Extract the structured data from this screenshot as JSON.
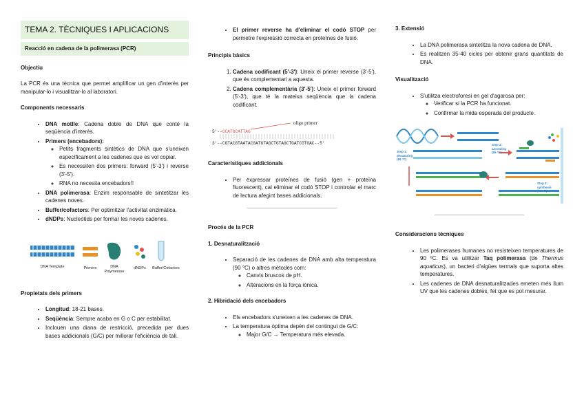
{
  "col1": {
    "title": "TEMA 2. TÈCNIQUES I APLICACIONS",
    "subtitle": "Reacció en cadena de la polimerasa (PCR)",
    "objectiu_heading": "Objectiu",
    "objectiu_text": "La PCR és una tècnica que permet amplificar un gen d'interès per manipular-lo i visualitzar-lo al laboratori.",
    "components_heading": "Components necessaris",
    "components": [
      {
        "term": "DNA motlle",
        "text": ": Cadena doble de DNA que conté la seqüència d'interès."
      },
      {
        "term": "Primers (encebadors)",
        "text": ":"
      },
      {
        "term": "DNA polimerasa",
        "text": ": Enzim responsable de sintetitzar les cadenes noves."
      },
      {
        "term": "Buffer/cofactors",
        "text": ": Per optimitzar l'activitat enzimàtica."
      },
      {
        "term": "dNDPs",
        "text": ": Nucleòtids per formar les noves cadenes."
      }
    ],
    "primer_subitems": [
      "Petits fragments sintètics de DNA que s'uneixen específicament a les cadenes que es vol copiar.",
      "Es necessiten dos primers: forward (5'-3') i reverse (3'-5').",
      "RNA no necesita encebadors!!"
    ],
    "icon_labels": [
      "DNA Template",
      "Primers",
      "DNA Polymerase",
      "dNDPs",
      "Buffer/Cofactors"
    ],
    "propietats_heading": "Propietats dels primers",
    "propietats": [
      {
        "term": "Longitud",
        "text": ": 18-21 bases."
      },
      {
        "term": "Seqüència",
        "text": ": Sempre acaba en G o C per estabilitat."
      },
      {
        "term": "",
        "text": "Inclouen una diana de restricció, precedida per dues bases addicionals (G/C) per millorar l'eficiència de tall."
      }
    ]
  },
  "col2": {
    "reverse_term": "El primer reverse ha d'eliminar el codó STOP",
    "reverse_text": " per permetre l'expressió correcta en proteïnes de fusió.",
    "principis_heading": "Principis bàsics",
    "principis": [
      {
        "term": "Cadena codificant (5'-3')",
        "text": ": Uneix el primer reverse (3'-5'), que és complementari a aquesta."
      },
      {
        "term": "Cadena complementària (3'-5')",
        "text": ": Uneix el primer forward (5'-3'), que té la mateixa seqüència que la cadena codificant."
      }
    ],
    "oligo_label": "oligo primer",
    "seq_top_prefix": "5'--",
    "seq_top_primer": "GCATGCATTAG",
    "seq_bottom": "3'--CGTACGTAATACGATGTAGCTGTAGCTGATCGTGAC--5'",
    "caracteristiques_heading": "Característiques addicionals",
    "caracteristiques_text": "Per expressar proteïnes de fusió (gen + proteïna fluorescent), cal eliminar el codó STOP i controlar el marc de lectura afegint bases addicionals.",
    "proces_heading": "Procés de la PCR",
    "desnat_heading": "1. Desnaturalització",
    "desnat_text": "Separació de les cadenes de DNA amb alta temperatura (90 °C) o altres mètodes com:",
    "desnat_sub": [
      "Canvis bruscos de pH.",
      "Alteracions en la força iònica."
    ],
    "hibrid_heading": "2. Hibridació dels encebadors",
    "hibrid_items": [
      "Els encebadors s'uneixen a les cadenes de DNA.",
      "La temperatura òptima depèn del contingut de G/C:"
    ],
    "hibrid_sub": [
      "Major G/C → Temperatura més elevada."
    ]
  },
  "col3": {
    "extensio_heading": "3. Extensió",
    "extensio_items": [
      "La DNA polimerasa sintetitza la nova cadena de DNA.",
      "Es realitzen 35-40 cicles per obtenir grans quantitats de DNA."
    ],
    "visualitzacio_heading": "Visualització",
    "visualitzacio_item": "S'utilitza electroforesi en gel d'agarosa per:",
    "visualitzacio_sub": [
      "Verificar si la PCR ha funcionat.",
      "Confirmar la mida esperada del producte."
    ],
    "diagram_labels": [
      "Step 1: denaturing (95 °C)",
      "Step 2: annealing (55 °C)",
      "Step 3: synthesis (72 °C)"
    ],
    "consideracions_heading": "Consideracions tècniques",
    "consideracions": [
      {
        "pre": "Les polimerases humanes no resisteixen temperatures de 90 ºC. Es va utilitzar ",
        "term": "Taq polimerasa",
        "mid": " (de ",
        "ital": "Thermus aquaticus",
        "post": "), un bacteri d'aigües termals que suporta altes temperatures."
      },
      {
        "pre": "Les cadenes de DNA desnaturalitzades emeten més llum UV que les cadenes dobles, fet que es pot mesurar.",
        "term": "",
        "mid": "",
        "ital": "",
        "post": ""
      }
    ]
  },
  "colors": {
    "highlight": "#e3f2dd",
    "primer_red": "#d9534f",
    "dna_blue": "#2f86c8",
    "polymerase_teal": "#2a7f74",
    "primer_orange": "#e8912b"
  }
}
